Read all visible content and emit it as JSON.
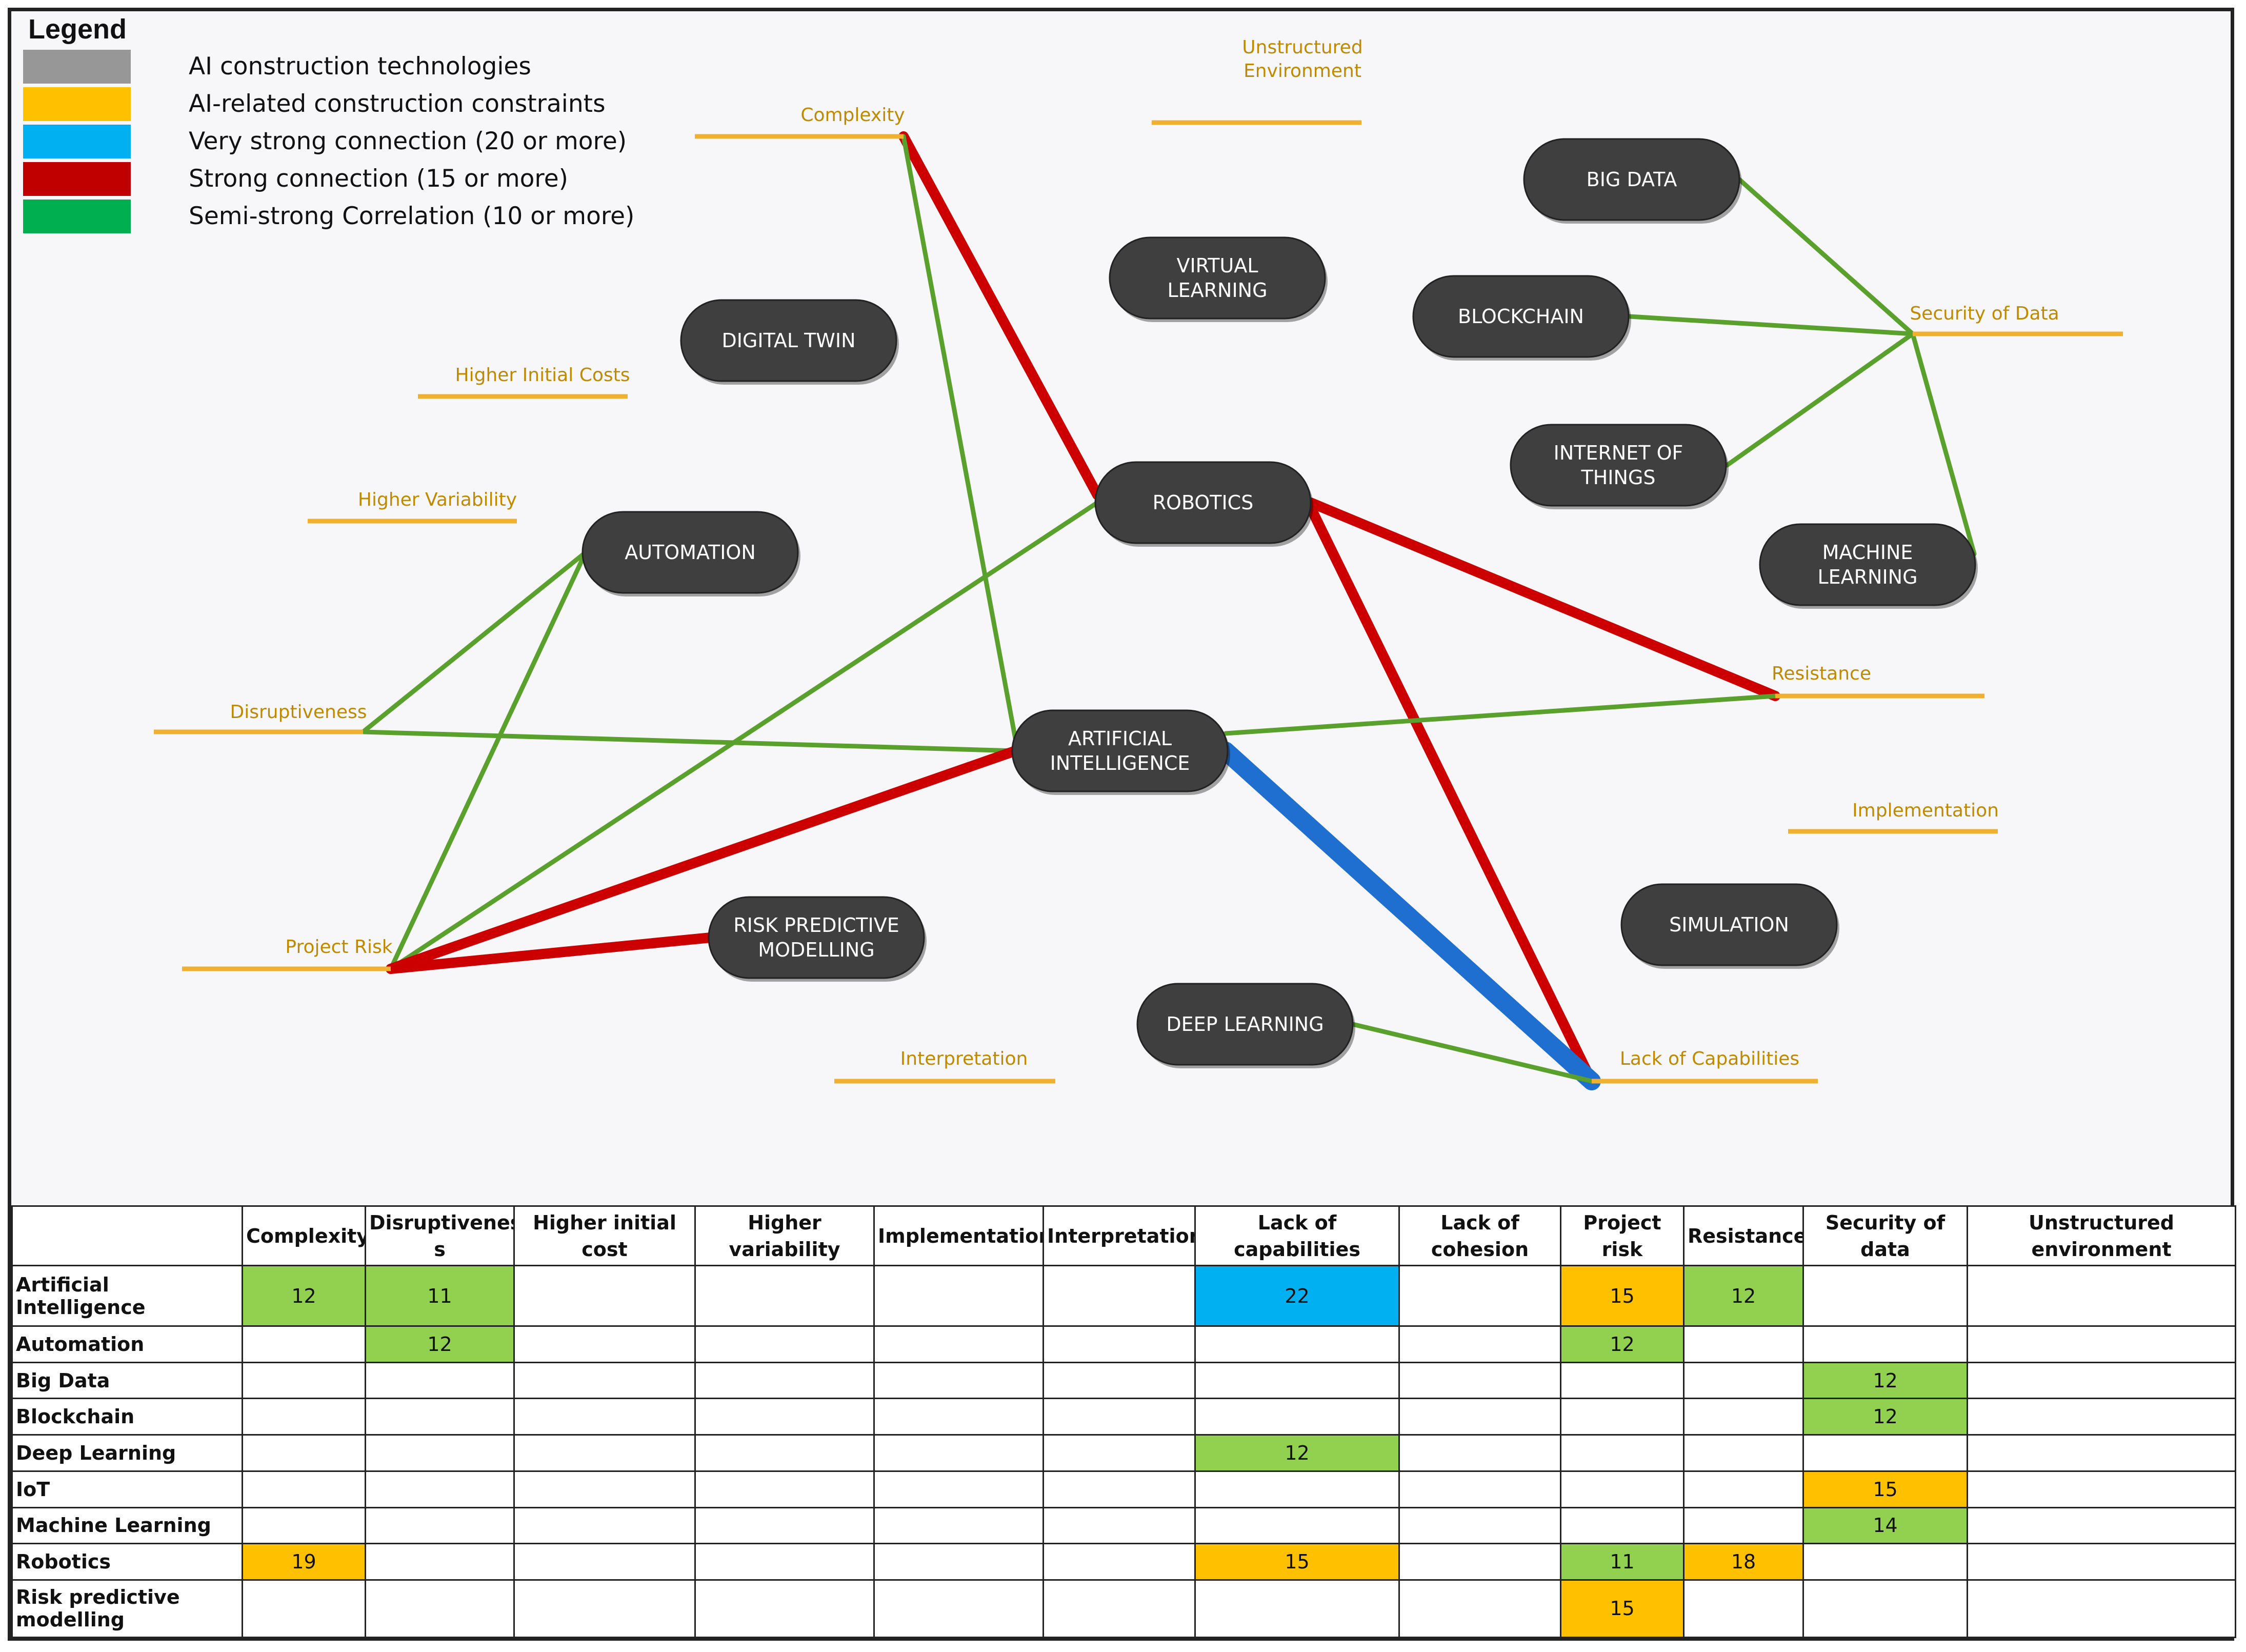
{
  "legend": {
    "title": "Legend",
    "items": [
      {
        "label": "AI construction technologies",
        "color": "#8c8c8c"
      },
      {
        "label": "AI-related construction constraints",
        "color": "#ffc000"
      },
      {
        "label": "Very strong connection (20 or more)",
        "color": "#00b0f0"
      },
      {
        "label": "Strong connection (15 or more)",
        "color": "#c00000"
      },
      {
        "label": "Semi-strong Correlation (10 or more)",
        "color": "#00b050"
      }
    ]
  },
  "technologies": [
    {
      "id": "big-data",
      "lines": [
        "BIG DATA"
      ]
    },
    {
      "id": "virtual-learning",
      "lines": [
        "VIRTUAL",
        "LEARNING"
      ]
    },
    {
      "id": "blockchain",
      "lines": [
        "BLOCKCHAIN"
      ]
    },
    {
      "id": "digital-twin",
      "lines": [
        "DIGITAL TWIN"
      ]
    },
    {
      "id": "internet-of-things",
      "lines": [
        "INTERNET OF",
        "THINGS"
      ]
    },
    {
      "id": "robotics",
      "lines": [
        "ROBOTICS"
      ]
    },
    {
      "id": "automation",
      "lines": [
        "AUTOMATION"
      ]
    },
    {
      "id": "machine-learning",
      "lines": [
        "MACHINE",
        "LEARNING"
      ]
    },
    {
      "id": "artificial-intelligence",
      "lines": [
        "ARTIFICIAL",
        "INTELLIGENCE"
      ]
    },
    {
      "id": "risk-predictive-modelling",
      "lines": [
        "RISK PREDICTIVE",
        "MODELLING"
      ]
    },
    {
      "id": "simulation",
      "lines": [
        "SIMULATION"
      ]
    },
    {
      "id": "deep-learning",
      "lines": [
        "DEEP LEARNING"
      ]
    }
  ],
  "constraints": [
    {
      "id": "complexity",
      "lines": [
        "Complexity"
      ]
    },
    {
      "id": "unstructured-environment",
      "lines": [
        "Unstructured",
        "Environment"
      ]
    },
    {
      "id": "security-of-data",
      "lines": [
        "Security of Data"
      ]
    },
    {
      "id": "higher-initial-costs",
      "lines": [
        "Higher Initial Costs"
      ]
    },
    {
      "id": "higher-variability",
      "lines": [
        "Higher Variability"
      ]
    },
    {
      "id": "disruptiveness",
      "lines": [
        "Disruptiveness"
      ]
    },
    {
      "id": "resistance",
      "lines": [
        "Resistance"
      ]
    },
    {
      "id": "implementation",
      "lines": [
        "Implementation"
      ]
    },
    {
      "id": "project-risk",
      "lines": [
        "Project Risk"
      ]
    },
    {
      "id": "interpretation",
      "lines": [
        "Interpretation"
      ]
    },
    {
      "id": "lack-of-capabilities",
      "lines": [
        "Lack of Capabilities"
      ]
    }
  ],
  "connections": [
    {
      "from": "big-data",
      "to": "security-of-data",
      "strength": "semi-strong"
    },
    {
      "from": "blockchain",
      "to": "security-of-data",
      "strength": "semi-strong"
    },
    {
      "from": "internet-of-things",
      "to": "security-of-data",
      "strength": "semi-strong"
    },
    {
      "from": "machine-learning",
      "to": "security-of-data",
      "strength": "semi-strong"
    },
    {
      "from": "robotics",
      "to": "complexity",
      "strength": "strong"
    },
    {
      "from": "artificial-intelligence",
      "to": "complexity",
      "strength": "semi-strong"
    },
    {
      "from": "robotics",
      "to": "resistance",
      "strength": "strong"
    },
    {
      "from": "robotics",
      "to": "lack-of-capabilities",
      "strength": "strong"
    },
    {
      "from": "robotics",
      "to": "project-risk",
      "strength": "semi-strong"
    },
    {
      "from": "automation",
      "to": "disruptiveness",
      "strength": "semi-strong"
    },
    {
      "from": "automation",
      "to": "project-risk",
      "strength": "semi-strong"
    },
    {
      "from": "artificial-intelligence",
      "to": "disruptiveness",
      "strength": "semi-strong"
    },
    {
      "from": "artificial-intelligence",
      "to": "resistance",
      "strength": "semi-strong"
    },
    {
      "from": "artificial-intelligence",
      "to": "project-risk",
      "strength": "strong"
    },
    {
      "from": "artificial-intelligence",
      "to": "lack-of-capabilities",
      "strength": "very-strong"
    },
    {
      "from": "risk-predictive-modelling",
      "to": "project-risk",
      "strength": "strong"
    },
    {
      "from": "deep-learning",
      "to": "lack-of-capabilities",
      "strength": "semi-strong"
    }
  ],
  "line_colors": {
    "semi-strong": "#5aa02c",
    "strong": "#cc0000",
    "very-strong": "#1f6fd0"
  },
  "node_color": "#3f3f3f",
  "constraint_line_color": "#f0b030",
  "table": {
    "headers": [
      "",
      "Complexity",
      "Disruptivenes s",
      "Higher initial cost",
      "Higher variability",
      "Implementation",
      "Interpretation",
      "Lack of capabilities",
      "Lack of cohesion",
      "Project risk",
      "Resistance",
      "Security of data",
      "Unstructured environment"
    ],
    "rows": [
      {
        "label": "Artificial Intelligence",
        "cells": [
          "12",
          "11",
          "",
          "",
          "",
          "",
          "22",
          "",
          "15",
          "12",
          "",
          ""
        ]
      },
      {
        "label": "Automation",
        "cells": [
          "",
          "12",
          "",
          "",
          "",
          "",
          "",
          "",
          "12",
          "",
          "",
          ""
        ]
      },
      {
        "label": "Big Data",
        "cells": [
          "",
          "",
          "",
          "",
          "",
          "",
          "",
          "",
          "",
          "",
          "12",
          ""
        ]
      },
      {
        "label": "Blockchain",
        "cells": [
          "",
          "",
          "",
          "",
          "",
          "",
          "",
          "",
          "",
          "",
          "12",
          ""
        ]
      },
      {
        "label": "Deep Learning",
        "cells": [
          "",
          "",
          "",
          "",
          "",
          "",
          "12",
          "",
          "",
          "",
          "",
          ""
        ]
      },
      {
        "label": "IoT",
        "cells": [
          "",
          "",
          "",
          "",
          "",
          "",
          "",
          "",
          "",
          "",
          "15",
          ""
        ]
      },
      {
        "label": "Machine Learning",
        "cells": [
          "",
          "",
          "",
          "",
          "",
          "",
          "",
          "",
          "",
          "",
          "14",
          ""
        ]
      },
      {
        "label": "Robotics",
        "cells": [
          "19",
          "",
          "",
          "",
          "",
          "",
          "15",
          "",
          "11",
          "18",
          "",
          ""
        ]
      },
      {
        "label": "Risk predictive modelling",
        "cells": [
          "",
          "",
          "",
          "",
          "",
          "",
          "",
          "",
          "15",
          "",
          "",
          ""
        ]
      }
    ],
    "cell_colors": {
      "semi": "#92d050",
      "strong": "#ffc000",
      "very": "#00b0f0"
    }
  }
}
